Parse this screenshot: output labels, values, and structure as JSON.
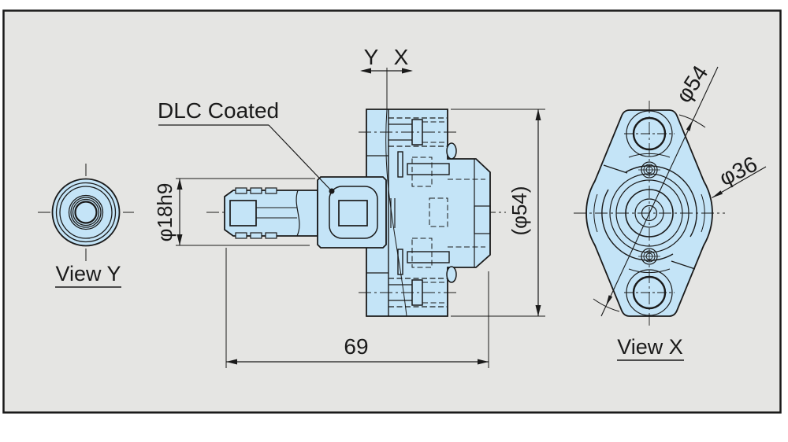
{
  "colors": {
    "canvas": "#ffffff",
    "sheet": "#e5e5e3",
    "part_fill": "#c4e4f7",
    "line": "#1a1a1a"
  },
  "labels": {
    "coating": "DLC Coated",
    "direction_left": "Y",
    "direction_right": "X",
    "view_y": "View Y",
    "view_x": "View X"
  },
  "dimensions": {
    "shaft_diameter": "φ18h9",
    "body_diameter_ref": "(φ54)",
    "overall_length": "69",
    "flange_diagonal_diameter": "φ54",
    "body_diameter": "φ36"
  }
}
